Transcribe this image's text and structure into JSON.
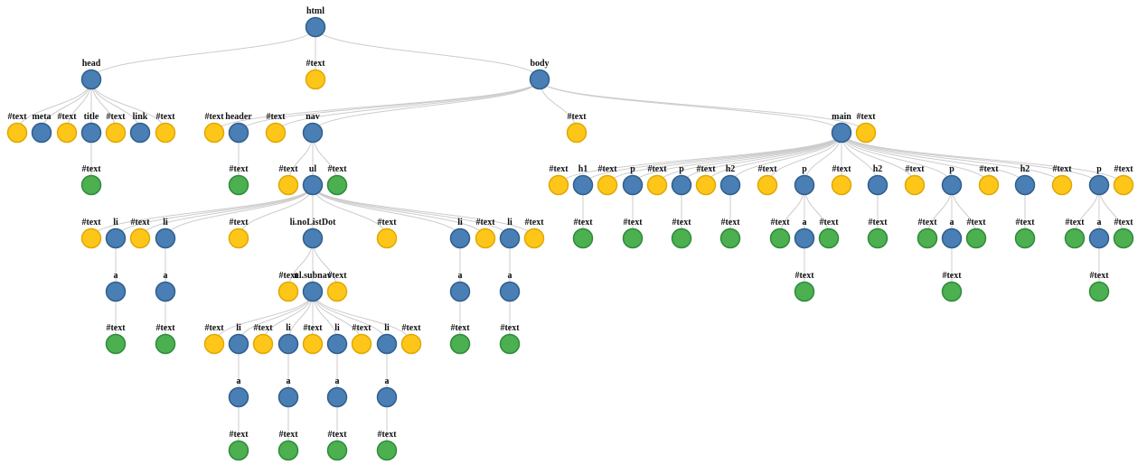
{
  "colors": {
    "element": "#4A7FB5",
    "element_stroke": "#2F5E8C",
    "text_sibling": "#FFC61A",
    "text_sibling_stroke": "#E0A800",
    "text_leaf": "#4CAF50",
    "text_leaf_stroke": "#2E8B3A",
    "edge": "#cccccc"
  },
  "tree": {
    "label": "html",
    "kind": "element",
    "children": [
      {
        "label": "head",
        "kind": "element",
        "children": [
          {
            "label": "#text",
            "kind": "text"
          },
          {
            "label": "meta",
            "kind": "element"
          },
          {
            "label": "#text",
            "kind": "text"
          },
          {
            "label": "title",
            "kind": "element",
            "children": [
              {
                "label": "#text",
                "kind": "leaf"
              }
            ]
          },
          {
            "label": "#text",
            "kind": "text"
          },
          {
            "label": "link",
            "kind": "element"
          },
          {
            "label": "#text",
            "kind": "text"
          }
        ]
      },
      {
        "label": "#text",
        "kind": "text"
      },
      {
        "label": "body",
        "kind": "element",
        "children": [
          {
            "label": "#text",
            "kind": "text"
          },
          {
            "label": "header",
            "kind": "element",
            "children": [
              {
                "label": "#text",
                "kind": "leaf"
              }
            ]
          },
          {
            "label": "#text",
            "kind": "text"
          },
          {
            "label": "nav",
            "kind": "element",
            "children": [
              {
                "label": "#text",
                "kind": "text"
              },
              {
                "label": "ul",
                "kind": "element",
                "children": [
                  {
                    "label": "#text",
                    "kind": "text"
                  },
                  {
                    "label": "li",
                    "kind": "element",
                    "children": [
                      {
                        "label": "a",
                        "kind": "element",
                        "children": [
                          {
                            "label": "#text",
                            "kind": "leaf"
                          }
                        ]
                      }
                    ]
                  },
                  {
                    "label": "#text",
                    "kind": "text"
                  },
                  {
                    "label": "li",
                    "kind": "element",
                    "children": [
                      {
                        "label": "a",
                        "kind": "element",
                        "children": [
                          {
                            "label": "#text",
                            "kind": "leaf"
                          }
                        ]
                      }
                    ]
                  },
                  {
                    "label": "#text",
                    "kind": "text"
                  },
                  {
                    "label": "li.noListDot",
                    "kind": "element",
                    "children": [
                      {
                        "label": "#text",
                        "kind": "text"
                      },
                      {
                        "label": "ul.subnav",
                        "kind": "element",
                        "children": [
                          {
                            "label": "#text",
                            "kind": "text"
                          },
                          {
                            "label": "li",
                            "kind": "element",
                            "children": [
                              {
                                "label": "a",
                                "kind": "element",
                                "children": [
                                  {
                                    "label": "#text",
                                    "kind": "leaf"
                                  }
                                ]
                              }
                            ]
                          },
                          {
                            "label": "#text",
                            "kind": "text"
                          },
                          {
                            "label": "li",
                            "kind": "element",
                            "children": [
                              {
                                "label": "a",
                                "kind": "element",
                                "children": [
                                  {
                                    "label": "#text",
                                    "kind": "leaf"
                                  }
                                ]
                              }
                            ]
                          },
                          {
                            "label": "#text",
                            "kind": "text"
                          },
                          {
                            "label": "li",
                            "kind": "element",
                            "children": [
                              {
                                "label": "a",
                                "kind": "element",
                                "children": [
                                  {
                                    "label": "#text",
                                    "kind": "leaf"
                                  }
                                ]
                              }
                            ]
                          },
                          {
                            "label": "#text",
                            "kind": "text"
                          },
                          {
                            "label": "li",
                            "kind": "element",
                            "children": [
                              {
                                "label": "a",
                                "kind": "element",
                                "children": [
                                  {
                                    "label": "#text",
                                    "kind": "leaf"
                                  }
                                ]
                              }
                            ]
                          },
                          {
                            "label": "#text",
                            "kind": "text"
                          }
                        ]
                      },
                      {
                        "label": "#text",
                        "kind": "text"
                      }
                    ]
                  },
                  {
                    "label": "#text",
                    "kind": "text"
                  },
                  {
                    "label": "li",
                    "kind": "element",
                    "children": [
                      {
                        "label": "a",
                        "kind": "element",
                        "children": [
                          {
                            "label": "#text",
                            "kind": "leaf"
                          }
                        ]
                      }
                    ]
                  },
                  {
                    "label": "#text",
                    "kind": "text"
                  },
                  {
                    "label": "li",
                    "kind": "element",
                    "children": [
                      {
                        "label": "a",
                        "kind": "element",
                        "children": [
                          {
                            "label": "#text",
                            "kind": "leaf"
                          }
                        ]
                      }
                    ]
                  },
                  {
                    "label": "#text",
                    "kind": "text"
                  }
                ]
              },
              {
                "label": "#text",
                "kind": "leaf"
              }
            ]
          },
          {
            "label": "#text",
            "kind": "text"
          },
          {
            "label": "main",
            "kind": "element",
            "children": [
              {
                "label": "#text",
                "kind": "text"
              },
              {
                "label": "h1",
                "kind": "element",
                "children": [
                  {
                    "label": "#text",
                    "kind": "leaf"
                  }
                ]
              },
              {
                "label": "#text",
                "kind": "text"
              },
              {
                "label": "p",
                "kind": "element",
                "children": [
                  {
                    "label": "#text",
                    "kind": "leaf"
                  }
                ]
              },
              {
                "label": "#text",
                "kind": "text"
              },
              {
                "label": "p",
                "kind": "element",
                "children": [
                  {
                    "label": "#text",
                    "kind": "leaf"
                  }
                ]
              },
              {
                "label": "#text",
                "kind": "text"
              },
              {
                "label": "h2",
                "kind": "element",
                "children": [
                  {
                    "label": "#text",
                    "kind": "leaf"
                  }
                ]
              },
              {
                "label": "#text",
                "kind": "text"
              },
              {
                "label": "p",
                "kind": "element",
                "children": [
                  {
                    "label": "#text",
                    "kind": "leaf"
                  },
                  {
                    "label": "a",
                    "kind": "element",
                    "children": [
                      {
                        "label": "#text",
                        "kind": "leaf"
                      }
                    ]
                  },
                  {
                    "label": "#text",
                    "kind": "leaf"
                  }
                ]
              },
              {
                "label": "#text",
                "kind": "text"
              },
              {
                "label": "h2",
                "kind": "element",
                "children": [
                  {
                    "label": "#text",
                    "kind": "leaf"
                  }
                ]
              },
              {
                "label": "#text",
                "kind": "text"
              },
              {
                "label": "p",
                "kind": "element",
                "children": [
                  {
                    "label": "#text",
                    "kind": "leaf"
                  },
                  {
                    "label": "a",
                    "kind": "element",
                    "children": [
                      {
                        "label": "#text",
                        "kind": "leaf"
                      }
                    ]
                  },
                  {
                    "label": "#text",
                    "kind": "leaf"
                  }
                ]
              },
              {
                "label": "#text",
                "kind": "text"
              },
              {
                "label": "h2",
                "kind": "element",
                "children": [
                  {
                    "label": "#text",
                    "kind": "leaf"
                  }
                ]
              },
              {
                "label": "#text",
                "kind": "text"
              },
              {
                "label": "p",
                "kind": "element",
                "children": [
                  {
                    "label": "#text",
                    "kind": "leaf"
                  },
                  {
                    "label": "a",
                    "kind": "element",
                    "children": [
                      {
                        "label": "#text",
                        "kind": "leaf"
                      }
                    ]
                  },
                  {
                    "label": "#text",
                    "kind": "leaf"
                  }
                ]
              },
              {
                "label": "#text",
                "kind": "text"
              }
            ]
          },
          {
            "label": "#text",
            "kind": "text"
          }
        ]
      }
    ]
  }
}
